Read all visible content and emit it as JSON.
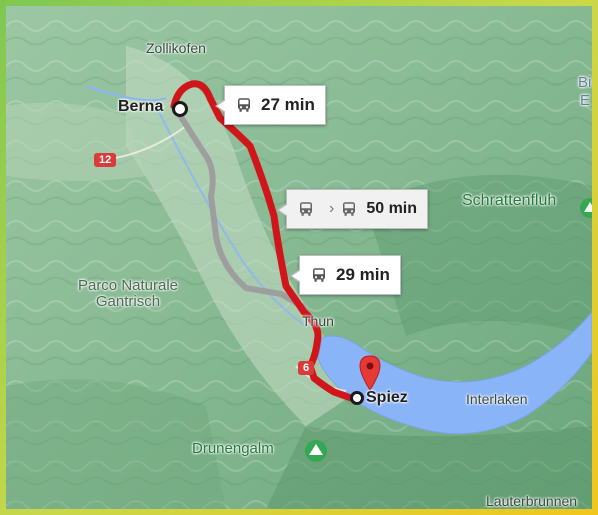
{
  "map": {
    "places": {
      "zollikofen": "Zollikofen",
      "berna": "Berna",
      "parco": "Parco Naturale\nGantrisch",
      "schrattenfluh": "Schrattenfluh",
      "thun": "Thun",
      "spiez": "Spiez",
      "interlaken": "Interlaken",
      "drunengalm": "Drunengalm",
      "lauterbrunnen": "Lauterbrunnen",
      "edge_top": "Bi",
      "edge_bottom": "E"
    },
    "roads": {
      "r12": "12",
      "r6": "6"
    },
    "routes": [
      {
        "duration": "27 min",
        "mode": "bus",
        "selected": true
      },
      {
        "duration": "50 min",
        "mode": "bus-transfer",
        "selected": false
      },
      {
        "duration": "29 min",
        "mode": "bus",
        "selected": false
      }
    ],
    "colors": {
      "route_primary": "#d0161b",
      "route_alt": "#9e9e9e",
      "water": "#8ab4f8",
      "terrain": "#7fb08a",
      "pin": "#e53935"
    }
  }
}
